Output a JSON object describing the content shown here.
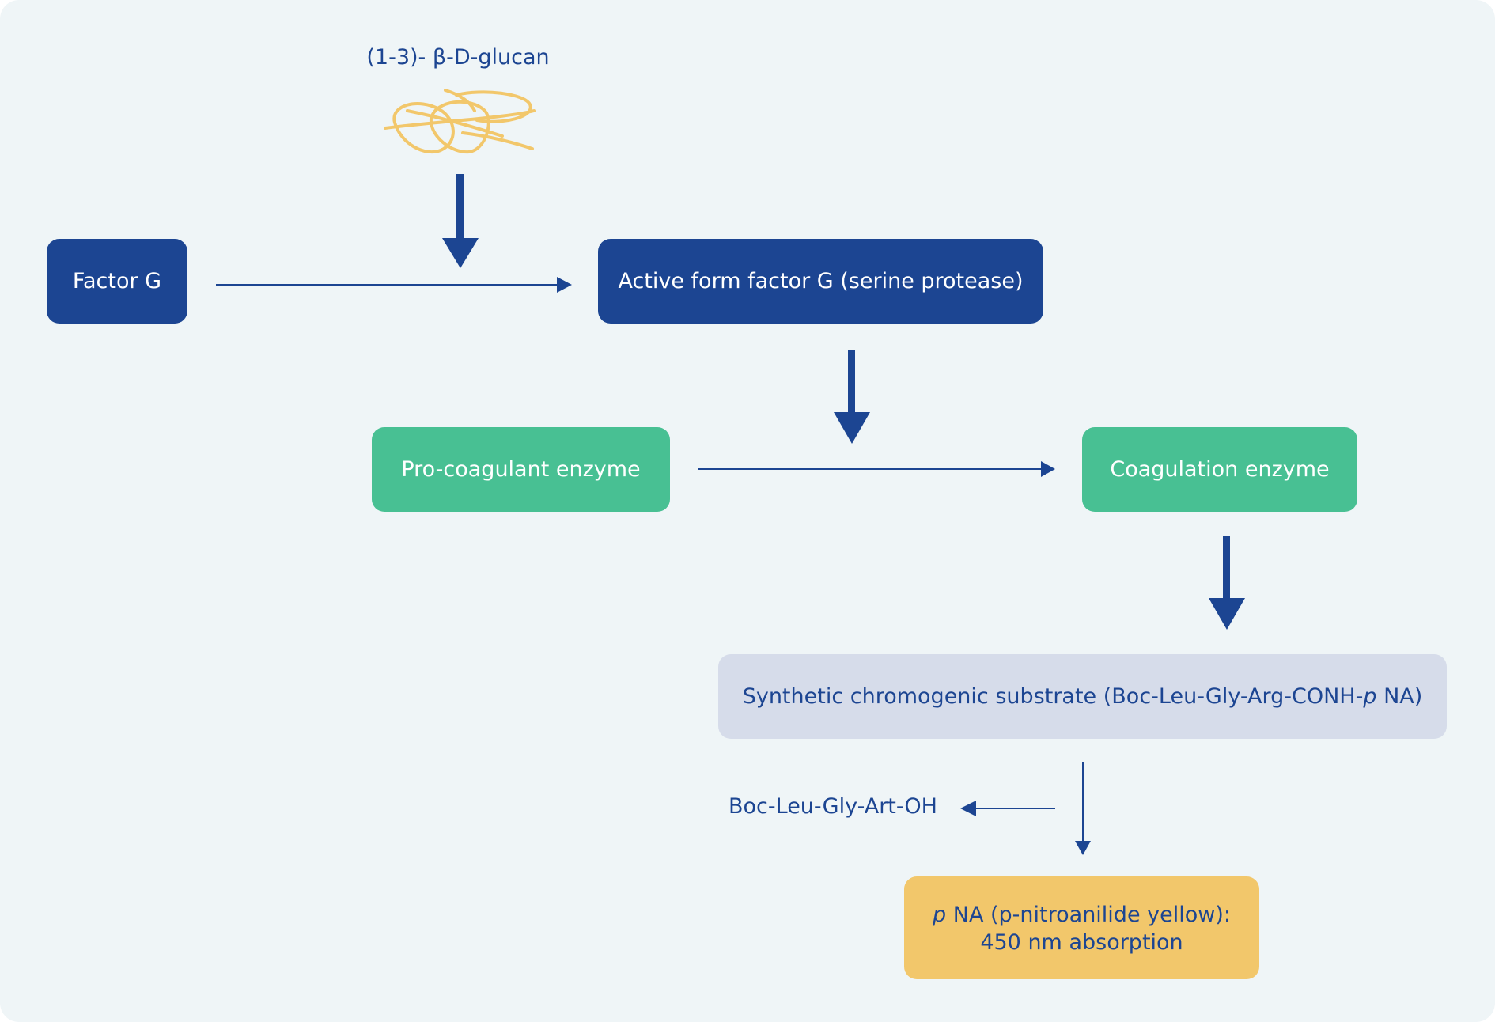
{
  "diagram": {
    "glucan_label": "(1-3)- β-D-glucan",
    "glucan_icon": "glucan-strand-icon",
    "nodes": {
      "factor_g": "Factor G",
      "active_factor_g": "Active form factor G (serine protease)",
      "pro_coagulant": "Pro-coagulant enzyme",
      "coagulation": "Coagulation enzyme",
      "substrate_prefix": "Synthetic chromogenic substrate (Boc-Leu-Gly-Arg-CONH-",
      "substrate_p": "p",
      "substrate_suffix": " NA)",
      "pna_p": "p",
      "pna_line1": " NA (p-nitroanilide yellow):",
      "pna_line2": "450 nm absorption"
    },
    "byproduct_label": "Boc-Leu-Gly-Art-OH",
    "colors": {
      "background": "#eff5f7",
      "dark_blue": "#1c4592",
      "green": "#48c093",
      "lavender": "#d6dcea",
      "yellow": "#f2c76b",
      "glucan": "#f2c76b"
    }
  }
}
